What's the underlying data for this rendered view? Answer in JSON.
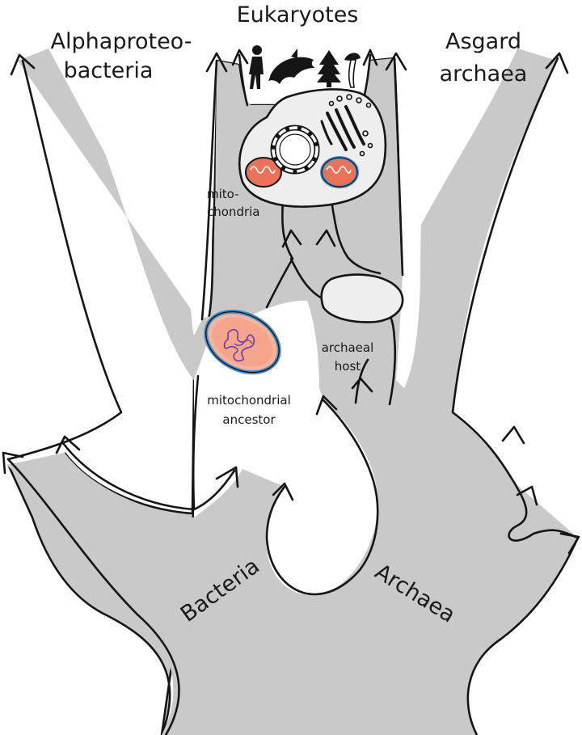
{
  "labels": {
    "eukaryotes": "Eukaryotes",
    "alpha_line1": "Alphaproteo-",
    "alpha_line2": "bacteria",
    "asgard_line1": "Asgard",
    "asgard_line2": "archaea",
    "mito_line1": "mito-",
    "mito_line2": "chondria",
    "archaeal_line1": "archaeal",
    "archaeal_line2": "host",
    "ancestor_line1": "mitochondrial",
    "ancestor_line2": "ancestor",
    "bacteria": "Bacteria",
    "archaea": "Archaea"
  },
  "colors": {
    "trunk": "#c9c9c9",
    "outline": "#151515",
    "mitochondrion_fill": "#e8735a",
    "mitochondrion_membrane": "#4a90c8",
    "ancestor_fill": "#f4b4a0",
    "ancestor_dna": "#6a3fa0"
  },
  "icons": [
    "human-icon",
    "dolphin-icon",
    "tree-icon",
    "mushroom-icon"
  ]
}
